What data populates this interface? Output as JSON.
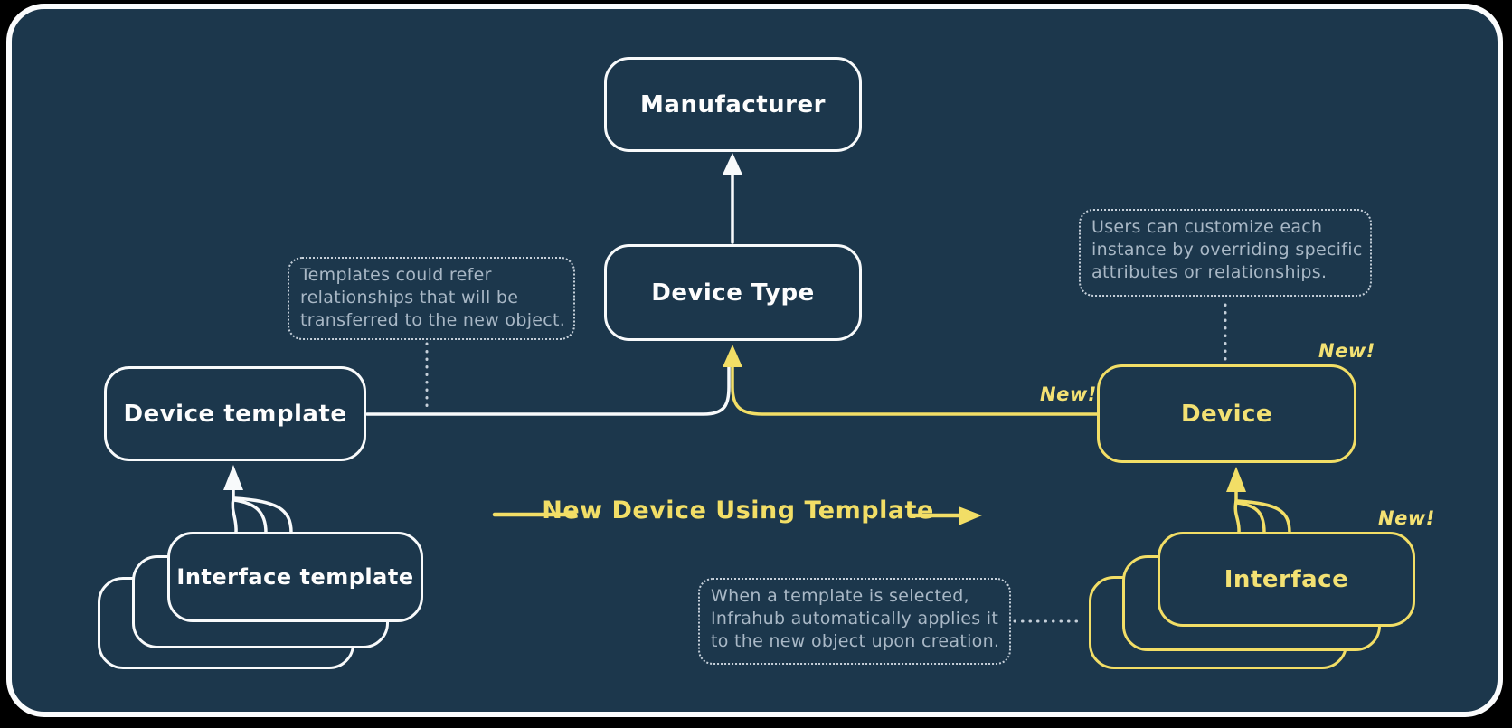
{
  "diagram": {
    "nodes": {
      "manufacturer": {
        "label": "Manufacturer"
      },
      "device_type": {
        "label": "Device Type"
      },
      "device_template": {
        "label": "Device template"
      },
      "interface_template": {
        "label": "Interface template"
      },
      "device": {
        "label": "Device"
      },
      "interface": {
        "label": "Interface"
      }
    },
    "badges": {
      "device_left": "New!",
      "device_top_right": "New!",
      "interface_top_right": "New!"
    },
    "flow_label": "New Device Using Template",
    "annotations": {
      "templates_refer": {
        "lines": [
          "Templates could refer",
          "relationships that will be",
          "transferred to the new object."
        ]
      },
      "users_customize": {
        "lines": [
          "Users can customize each",
          "instance by overriding specific",
          "attributes or relationships."
        ]
      },
      "template_selected": {
        "lines": [
          "When a template is selected,",
          "Infrahub automatically applies it",
          "to the new object upon creation."
        ]
      }
    },
    "colors": {
      "background": "#1c374c",
      "frame_border": "#fbfcfd",
      "white_stroke": "#f8fafb",
      "yellow": "#f2de66",
      "yellow_text": "#f3e173",
      "annotation_text": "#a9b8c6",
      "annotation_border": "#c6d0da"
    }
  }
}
